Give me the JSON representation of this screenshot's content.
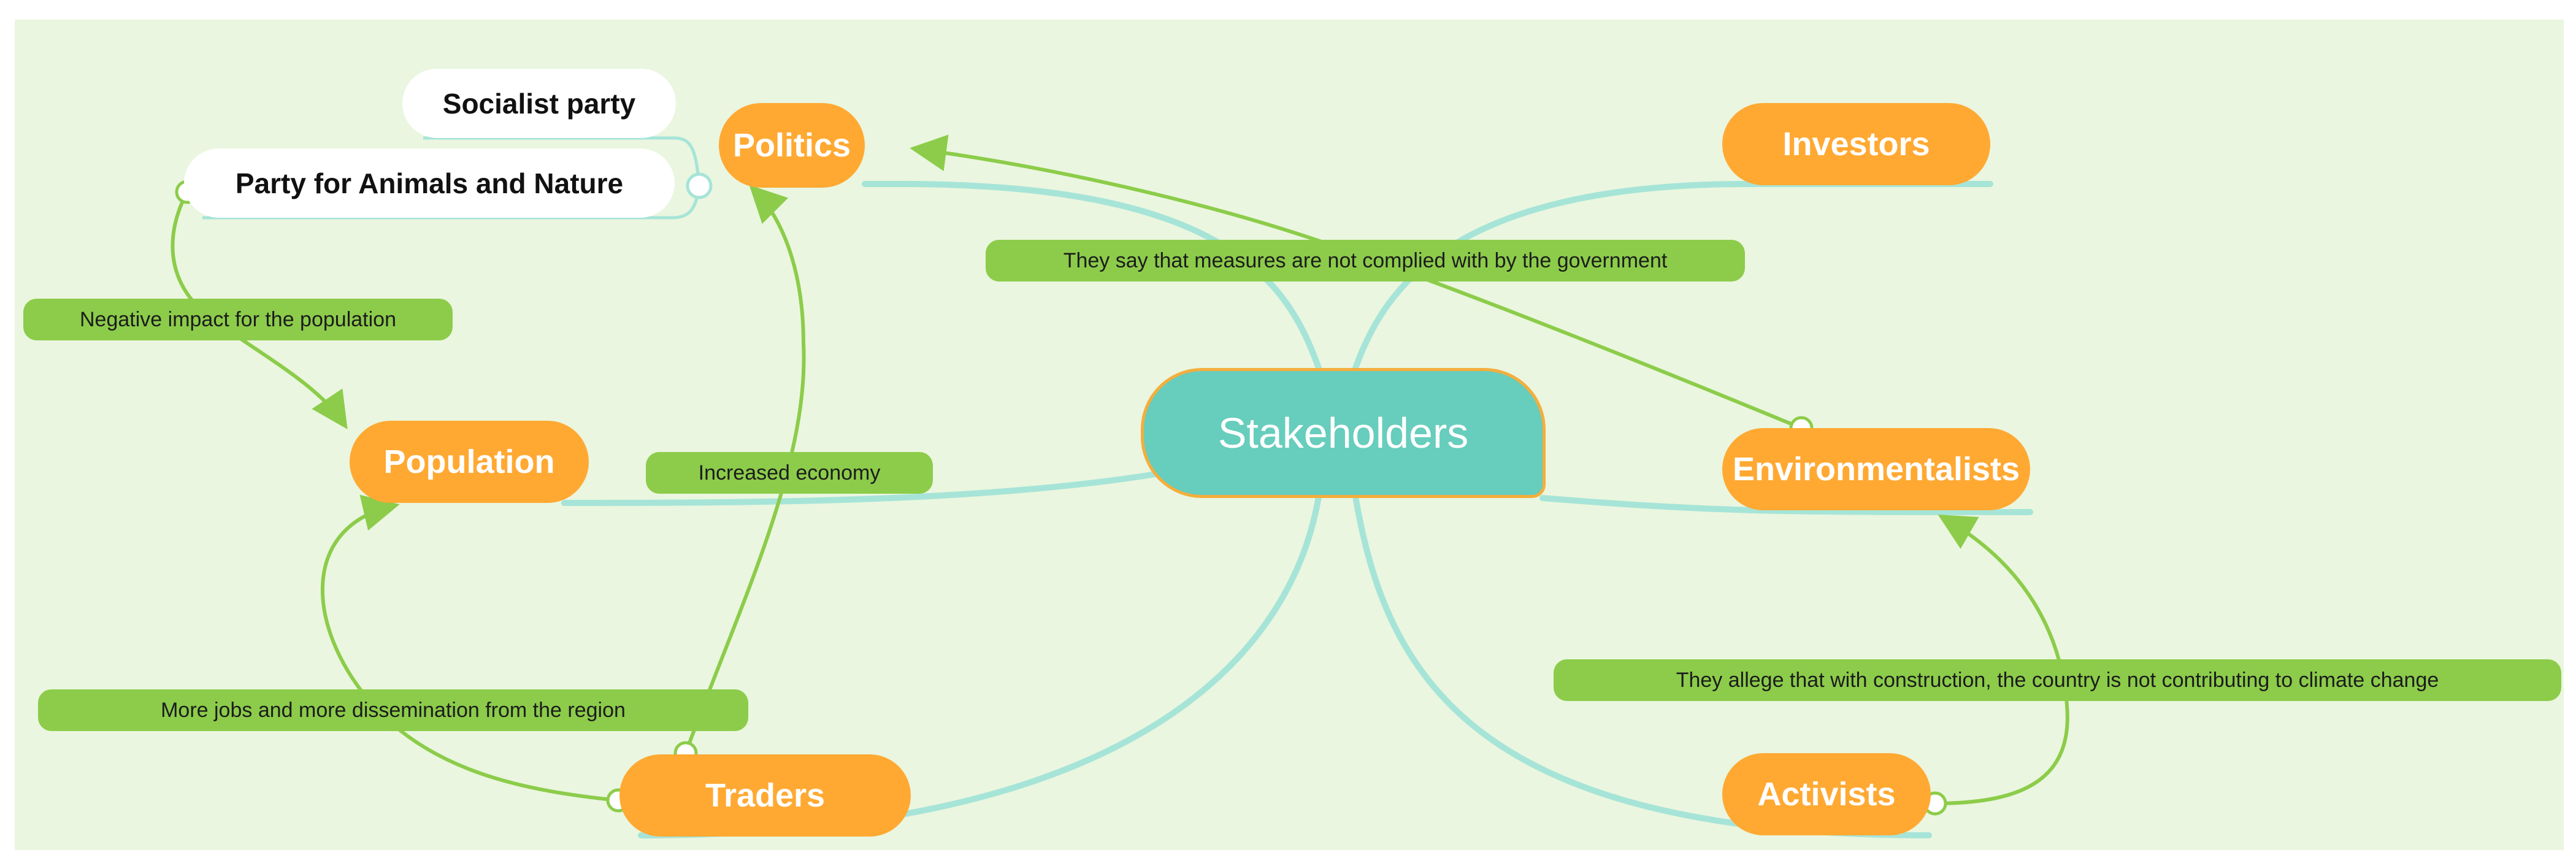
{
  "mindmap": {
    "central": "Stakeholders",
    "topics": {
      "politics": "Politics",
      "population": "Population",
      "traders": "Traders",
      "investors": "Investors",
      "environmentalists": "Environmentalists",
      "activists": "Activists"
    },
    "subtopics": {
      "socialist_party": "Socialist party",
      "party_animals_nature": "Party for Animals and Nature"
    },
    "relationships": {
      "negative_impact": "Negative impact for the population",
      "increased_economy": "Increased economy",
      "more_jobs": "More jobs and more dissemination from the region",
      "measures_not_complied": "They say that measures are not complied with by the government",
      "climate_change": "They allege that with construction, the country is not contributing to climate change"
    },
    "colors": {
      "background": "#eaf6df",
      "central_fill": "#67cdbd",
      "central_border": "#f4ae3c",
      "topic_fill": "#ffa933",
      "subtopic_fill": "#ffffff",
      "branch_line": "#a6e4d8",
      "relationship_line": "#8ccc4a",
      "relationship_label": "#8ccc4a"
    }
  }
}
